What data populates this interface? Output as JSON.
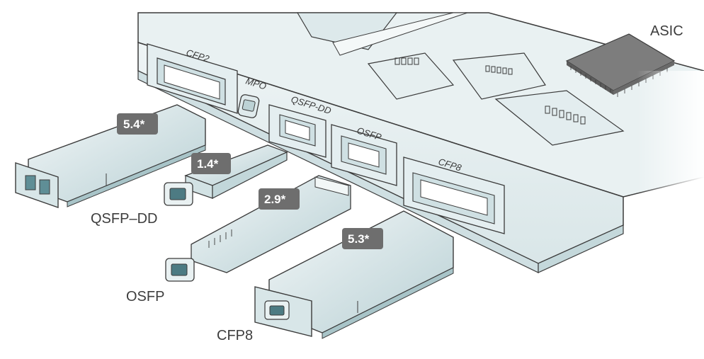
{
  "chip_label": "ASIC",
  "ports": {
    "cfp2": "CFP2",
    "mpo": "MPO",
    "qsfp_dd": "QSFP-DD",
    "osfp": "OSFP",
    "cfp8": "CFP8"
  },
  "modules": [
    {
      "id": "cfp2",
      "value": "5.4*",
      "label": ""
    },
    {
      "id": "qsfp-dd",
      "value": "1.4*",
      "label": "QSFP–DD"
    },
    {
      "id": "osfp",
      "value": "2.9*",
      "label": "OSFP"
    },
    {
      "id": "cfp8",
      "value": "5.3*",
      "label": "CFP8"
    }
  ],
  "colors": {
    "panel": "#e8f0f1",
    "panel_shade": "#cfdfe2",
    "module_light": "#eef4f5",
    "module_dark": "#b9d2d5",
    "outline": "#3b3b3b",
    "badge": "#6e6e6e",
    "chip": "#7b7b7b"
  }
}
